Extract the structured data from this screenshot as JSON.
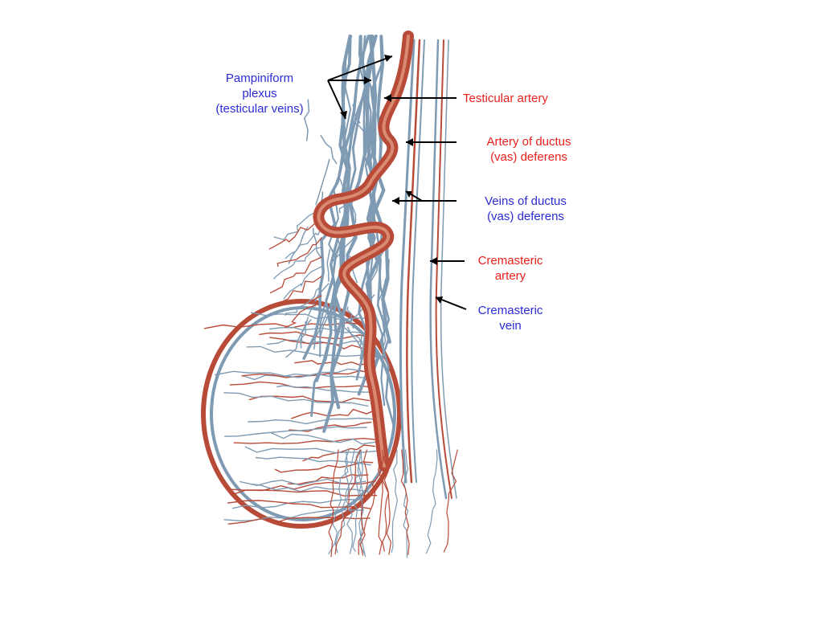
{
  "colors": {
    "artery": "#b84a38",
    "artery_light": "#d98a72",
    "vein": "#7f9bb3",
    "vein_dark": "#4f6f8c",
    "label_red": "#e8201c",
    "label_blue": "#2b2bd6"
  },
  "labels": {
    "pampiniform": {
      "lines": [
        "Pampiniform",
        "plexus",
        "(testicular veins)"
      ],
      "color": "blue"
    },
    "testicular_artery": {
      "lines": [
        "Testicular artery"
      ],
      "color": "red"
    },
    "artery_ductus": {
      "lines": [
        "Artery of ductus",
        "(vas) deferens"
      ],
      "color": "red"
    },
    "veins_ductus": {
      "lines": [
        "Veins of ductus",
        "(vas) deferens"
      ],
      "color": "blue"
    },
    "cremasteric_artery": {
      "lines": [
        "Cremasteric",
        "artery"
      ],
      "color": "red"
    },
    "cremasteric_vein": {
      "lines": [
        "Cremasteric",
        "vein"
      ],
      "color": "blue"
    }
  }
}
